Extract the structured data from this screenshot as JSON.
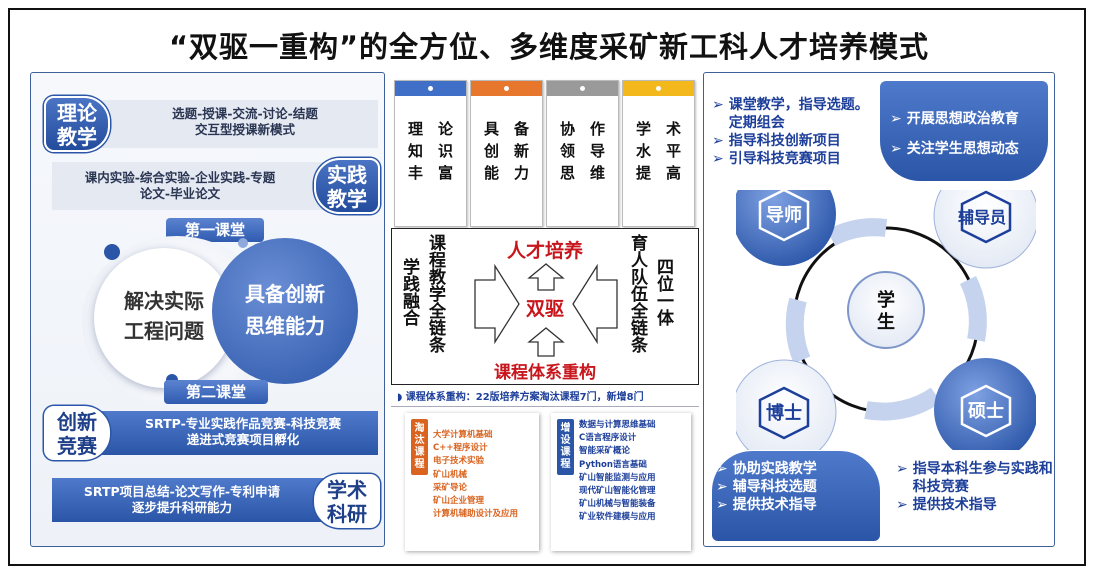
{
  "title": "“双驱一重构”的全方位、多维度采矿新工科人才培养模式",
  "left": {
    "theory": {
      "label": "理论\n教学",
      "line1": "选题-授课-交流-讨论-结题",
      "line2": "交互型授课新模式"
    },
    "practice": {
      "label": "实践\n教学",
      "line1": "课内实验-综合实验-企业实践-专题",
      "line2": "论文-毕业论文"
    },
    "first_class": "第一课堂",
    "second_class": "第二课堂",
    "circle_left": "解决实际\n工程问题",
    "circle_right": "具备创新\n思维能力",
    "innovation": {
      "label": "创新\n竞赛",
      "line1": "SRTP-专业实践作品竞赛-科技竞赛",
      "line2": "递进式竞赛项目孵化"
    },
    "research": {
      "label": "学术\n科研",
      "line1": "SRTP项目总结-论文写作-专利申请",
      "line2": "逐步提升科研能力"
    }
  },
  "cards": [
    {
      "color": "#3f6fc6",
      "cols": [
        "理知丰",
        "论识富"
      ]
    },
    {
      "color": "#e8772e",
      "cols": [
        "具创能",
        "备新力"
      ]
    },
    {
      "color": "#9a9a9a",
      "cols": [
        "协领思",
        "作导维"
      ]
    },
    {
      "color": "#f3b81b",
      "cols": [
        "学水提",
        "术平高"
      ]
    }
  ],
  "center": {
    "left_vertical_a": "学践融合",
    "left_vertical_b": "课程教学全链条",
    "right_vertical_a": "育人队伍全链条",
    "right_vertical_b": "四位一体",
    "top_red": "人才培养",
    "middle_red": "双驱",
    "bottom_red": "课程体系重构"
  },
  "reform": {
    "heading": "课程体系重构：22版培养方案淘汰课程7门，新增8门",
    "removed_tag": "淘汰课程",
    "added_tag": "增设课程",
    "removed": [
      "大学计算机基础",
      "C++程序设计",
      "电子技术实验",
      "矿山机械",
      "采矿导论",
      "矿山企业管理",
      "计算机辅助设计及应用"
    ],
    "added": [
      "数据与计算思维基础",
      "C语言程序设计",
      "智能采矿概论",
      "Python语言基础",
      "矿山智能监测与应用",
      "现代矿山智能化管理",
      "矿山机械与智能装备",
      "矿业软件建模与应用"
    ]
  },
  "right": {
    "mentor_items": [
      "课堂教学，指导选题。定期组会",
      "指导科技创新项目",
      "引导科技竞赛项目"
    ],
    "counselor_items": [
      "开展思想政治教育",
      "关注学生思想动态"
    ],
    "phd_items": [
      "协助实践教学",
      "辅导科技选题",
      "提供技术指导"
    ],
    "master_items": [
      "指导本科生参与实践和科技竞赛",
      "提供技术指导"
    ],
    "mentor": "导师",
    "counselor": "辅导员",
    "phd": "博士",
    "master": "硕士",
    "student": "学\n生"
  },
  "colors": {
    "blue": "#2b56a8",
    "red": "#c8161d",
    "navy": "#1d3f9a"
  }
}
